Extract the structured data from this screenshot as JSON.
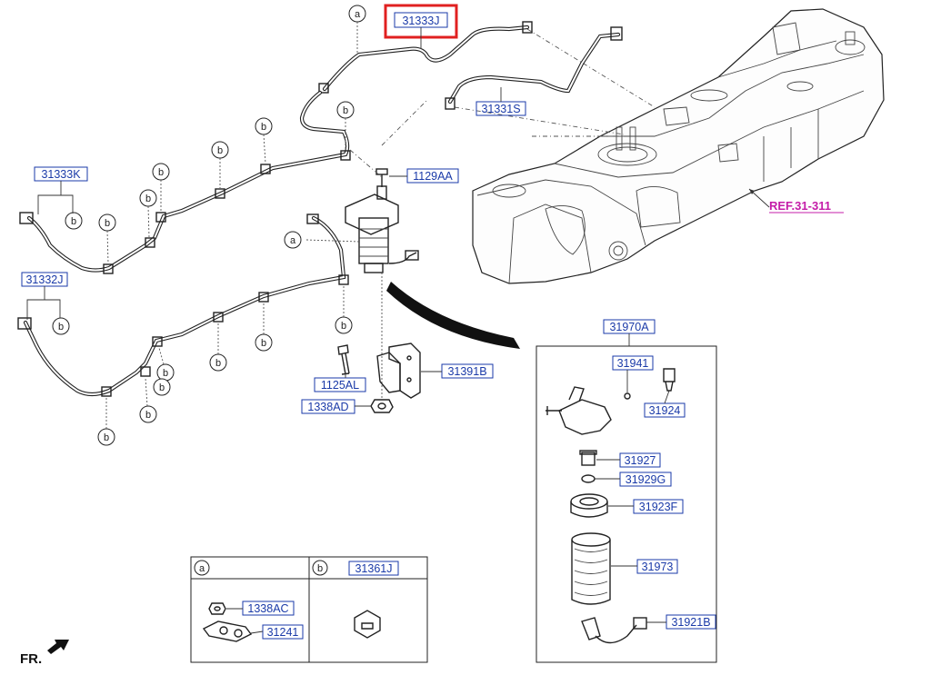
{
  "labels": {
    "l31333J": "31333J",
    "l31331S": "31331S",
    "l31333K": "31333K",
    "l1129AA": "1129AA",
    "l31332J": "31332J",
    "lREF": "REF.31-311",
    "l31970A": "31970A",
    "l31941": "31941",
    "l31924": "31924",
    "l31927": "31927",
    "l31929G": "31929G",
    "l31923F": "31923F",
    "l31973": "31973",
    "l31921B": "31921B",
    "l1125AL": "1125AL",
    "l31391B": "31391B",
    "l1338AD": "1338AD",
    "l1338AC": "1338AC",
    "l31241": "31241",
    "l31361J": "31361J"
  },
  "callouts": {
    "a": "a",
    "b": "b"
  },
  "legend": {
    "col_a": "a",
    "col_b": "b"
  },
  "front_marker": "FR.",
  "colors": {
    "part_label": "#1a3aa8",
    "ref_label": "#c41ca8",
    "highlight": "#e02020"
  },
  "highlighted_part": "31333J"
}
